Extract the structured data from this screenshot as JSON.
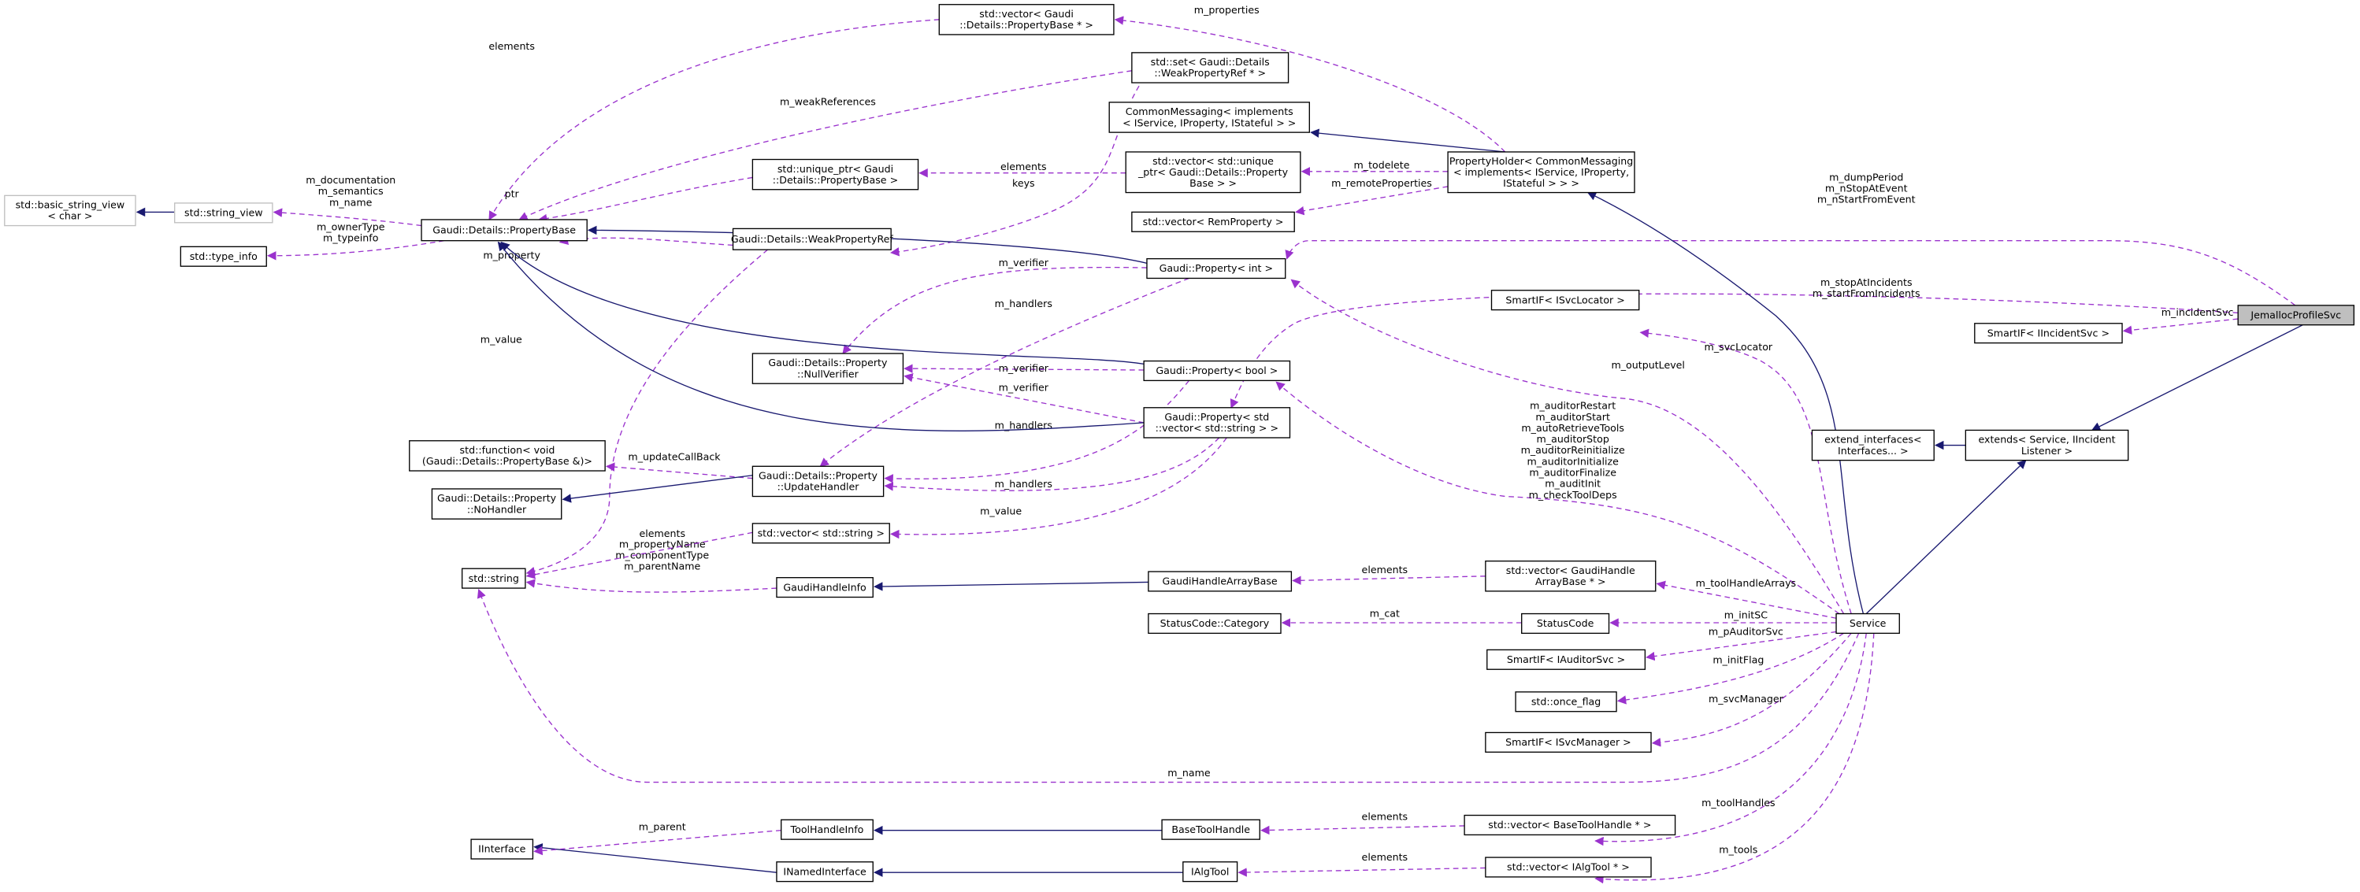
{
  "colors": {
    "member_edge": "#9a32cd",
    "inherit_edge": "#191970",
    "focus_fill": "#bfbfbf"
  },
  "nodes": [
    {
      "lines": [
        "std::basic_string_view",
        "< char >"
      ],
      "style": "gray"
    },
    {
      "lines": [
        "std::string_view"
      ],
      "style": "gray"
    },
    {
      "lines": [
        "std::type_info"
      ]
    },
    {
      "lines": [
        "Gaudi::Details::PropertyBase"
      ]
    },
    {
      "lines": [
        "std::vector< Gaudi",
        "::Details::PropertyBase * >"
      ]
    },
    {
      "lines": [
        "std::set< Gaudi::Details",
        "::WeakPropertyRef * >"
      ]
    },
    {
      "lines": [
        "CommonMessaging< implements",
        "< IService, IProperty, IStateful > >"
      ]
    },
    {
      "lines": [
        "std::unique_ptr< Gaudi",
        "::Details::PropertyBase >"
      ]
    },
    {
      "lines": [
        "std::vector< std::unique",
        "_ptr< Gaudi::Details::Property",
        "Base > >"
      ]
    },
    {
      "lines": [
        "PropertyHolder< CommonMessaging",
        "< implements< IService, IProperty,",
        "IStateful > > >"
      ]
    },
    {
      "lines": [
        "std::vector< RemProperty >"
      ]
    },
    {
      "lines": [
        "Gaudi::Details::WeakPropertyRef"
      ]
    },
    {
      "lines": [
        "Gaudi::Property< int >"
      ]
    },
    {
      "lines": [
        "JemallocProfileSvc"
      ],
      "style": "focus"
    },
    {
      "lines": [
        "SmartIF< IIncidentSvc >"
      ]
    },
    {
      "lines": [
        "SmartIF< ISvcLocator >"
      ]
    },
    {
      "lines": [
        "Gaudi::Details::Property",
        "::NullVerifier"
      ]
    },
    {
      "lines": [
        "Gaudi::Property< bool >"
      ]
    },
    {
      "lines": [
        "Gaudi::Property< std",
        "::vector< std::string > >"
      ]
    },
    {
      "lines": [
        "std::function< void",
        "(Gaudi::Details::PropertyBase &)>"
      ]
    },
    {
      "lines": [
        "Gaudi::Details::Property",
        "::UpdateHandler"
      ]
    },
    {
      "lines": [
        "Gaudi::Details::Property",
        "::NoHandler"
      ]
    },
    {
      "lines": [
        "std::vector< std::string >"
      ]
    },
    {
      "lines": [
        "std::string"
      ]
    },
    {
      "lines": [
        "GaudiHandleInfo"
      ]
    },
    {
      "lines": [
        "GaudiHandleArrayBase"
      ]
    },
    {
      "lines": [
        "std::vector< GaudiHandle",
        "ArrayBase * >"
      ]
    },
    {
      "lines": [
        "StatusCode::Category"
      ]
    },
    {
      "lines": [
        "StatusCode"
      ]
    },
    {
      "lines": [
        "Service"
      ]
    },
    {
      "lines": [
        "SmartIF< IAuditorSvc >"
      ]
    },
    {
      "lines": [
        "std::once_flag"
      ]
    },
    {
      "lines": [
        "SmartIF< ISvcManager >"
      ]
    },
    {
      "lines": [
        "extend_interfaces<",
        "Interfaces... >"
      ]
    },
    {
      "lines": [
        "extends< Service, IIncident",
        "Listener >"
      ]
    },
    {
      "lines": [
        "ToolHandleInfo"
      ]
    },
    {
      "lines": [
        "BaseToolHandle"
      ]
    },
    {
      "lines": [
        "std::vector< BaseToolHandle * >"
      ]
    },
    {
      "lines": [
        "IInterface"
      ]
    },
    {
      "lines": [
        "INamedInterface"
      ]
    },
    {
      "lines": [
        "IAlgTool"
      ]
    },
    {
      "lines": [
        "std::vector< IAlgTool * >"
      ]
    }
  ],
  "edges": [
    {
      "from": 1,
      "to": 0,
      "kind": "inherit",
      "label": []
    },
    {
      "from": 3,
      "to": 1,
      "kind": "member",
      "label": [
        "m_documentation",
        "m_semantics",
        "m_name"
      ]
    },
    {
      "from": 3,
      "to": 2,
      "kind": "member",
      "label": [
        "m_ownerType",
        "m_typeinfo"
      ]
    },
    {
      "from": 4,
      "to": 3,
      "kind": "member",
      "label": [
        "elements"
      ]
    },
    {
      "from": 5,
      "to": 3,
      "kind": "member",
      "label": [
        "m_weakReferences"
      ]
    },
    {
      "from": 7,
      "to": 3,
      "kind": "member",
      "label": [
        "ptr"
      ]
    },
    {
      "from": 11,
      "to": 3,
      "kind": "member",
      "label": [
        "m_property"
      ]
    },
    {
      "from": 9,
      "to": 4,
      "kind": "member",
      "label": [
        "m_properties"
      ]
    },
    {
      "from": 9,
      "to": 6,
      "kind": "inherit",
      "label": []
    },
    {
      "from": 9,
      "to": 8,
      "kind": "member",
      "label": [
        "m_todelete"
      ]
    },
    {
      "from": 9,
      "to": 10,
      "kind": "member",
      "label": [
        "m_remoteProperties"
      ]
    },
    {
      "from": 8,
      "to": 7,
      "kind": "member",
      "label": [
        "elements"
      ]
    },
    {
      "from": 5,
      "to": 11,
      "kind": "member",
      "label": [
        "keys"
      ]
    },
    {
      "from": 13,
      "to": 12,
      "kind": "member",
      "label": [
        "m_dumpPeriod",
        "m_nStopAtEvent",
        "m_nStartFromEvent"
      ]
    },
    {
      "from": 13,
      "to": 18,
      "kind": "member",
      "label": [
        "m_stopAtIncidents",
        "m_startFromIncidents"
      ]
    },
    {
      "from": 13,
      "to": 14,
      "kind": "member",
      "label": [
        "m_incidentSvc"
      ]
    },
    {
      "from": 13,
      "to": 34,
      "kind": "inherit",
      "label": []
    },
    {
      "from": 34,
      "to": 33,
      "kind": "inherit",
      "label": []
    },
    {
      "from": 29,
      "to": 34,
      "kind": "inherit",
      "label": []
    },
    {
      "from": 29,
      "to": 9,
      "kind": "inherit",
      "label": []
    },
    {
      "from": 29,
      "to": 15,
      "kind": "member",
      "label": [
        "m_svcLocator"
      ]
    },
    {
      "from": 29,
      "to": 12,
      "kind": "member",
      "label": [
        "m_outputLevel"
      ]
    },
    {
      "from": 29,
      "to": 17,
      "kind": "member",
      "label": [
        "m_auditorRestart",
        "m_auditorStart",
        "m_autoRetrieveTools",
        "m_auditorStop",
        "m_auditorReinitialize",
        "m_auditorInitialize",
        "m_auditorFinalize",
        "m_auditInit",
        "m_checkToolDeps"
      ]
    },
    {
      "from": 29,
      "to": 26,
      "kind": "member",
      "label": [
        "m_toolHandleArrays"
      ]
    },
    {
      "from": 29,
      "to": 28,
      "kind": "member",
      "label": [
        "m_initSC"
      ]
    },
    {
      "from": 29,
      "to": 30,
      "kind": "member",
      "label": [
        "m_pAuditorSvc"
      ]
    },
    {
      "from": 29,
      "to": 31,
      "kind": "member",
      "label": [
        "m_initFlag"
      ]
    },
    {
      "from": 29,
      "to": 32,
      "kind": "member",
      "label": [
        "m_svcManager"
      ]
    },
    {
      "from": 29,
      "to": 23,
      "kind": "member",
      "label": [
        "m_name"
      ]
    },
    {
      "from": 29,
      "to": 37,
      "kind": "member",
      "label": [
        "m_toolHandles"
      ]
    },
    {
      "from": 29,
      "to": 41,
      "kind": "member",
      "label": [
        "m_tools"
      ]
    },
    {
      "from": 26,
      "to": 25,
      "kind": "member",
      "label": [
        "elements"
      ]
    },
    {
      "from": 25,
      "to": 24,
      "kind": "inherit",
      "label": []
    },
    {
      "from": 28,
      "to": 27,
      "kind": "member",
      "label": [
        "m_cat"
      ]
    },
    {
      "from": 37,
      "to": 36,
      "kind": "member",
      "label": [
        "elements"
      ]
    },
    {
      "from": 36,
      "to": 35,
      "kind": "inherit",
      "label": []
    },
    {
      "from": 41,
      "to": 40,
      "kind": "member",
      "label": [
        "elements"
      ]
    },
    {
      "from": 40,
      "to": 39,
      "kind": "inherit",
      "label": []
    },
    {
      "from": 39,
      "to": 38,
      "kind": "inherit",
      "label": []
    },
    {
      "from": 35,
      "to": 38,
      "kind": "member",
      "label": [
        "m_parent"
      ]
    },
    {
      "from": 24,
      "to": 23,
      "kind": "member",
      "label": [
        "m_propertyName",
        "m_componentType",
        "m_parentName"
      ]
    },
    {
      "from": 22,
      "to": 23,
      "kind": "member",
      "label": [
        "elements"
      ]
    },
    {
      "from": 18,
      "to": 22,
      "kind": "member",
      "label": [
        "m_value"
      ]
    },
    {
      "from": 11,
      "to": 23,
      "kind": "member",
      "label": [
        "m_value"
      ]
    },
    {
      "from": 20,
      "to": 19,
      "kind": "member",
      "label": [
        "m_updateCallBack"
      ]
    },
    {
      "from": 20,
      "to": 21,
      "kind": "inherit",
      "label": []
    },
    {
      "from": 12,
      "to": 16,
      "kind": "member",
      "label": [
        "m_verifier"
      ]
    },
    {
      "from": 12,
      "to": 20,
      "kind": "member",
      "label": [
        "m_handlers"
      ]
    },
    {
      "from": 17,
      "to": 16,
      "kind": "member",
      "label": [
        "m_verifier"
      ]
    },
    {
      "from": 18,
      "to": 16,
      "kind": "member",
      "label": [
        "m_verifier"
      ]
    },
    {
      "from": 17,
      "to": 20,
      "kind": "member",
      "label": [
        "m_handlers"
      ]
    },
    {
      "from": 18,
      "to": 20,
      "kind": "member",
      "label": [
        "m_handlers"
      ]
    },
    {
      "from": 12,
      "to": 3,
      "kind": "inherit",
      "label": []
    },
    {
      "from": 17,
      "to": 3,
      "kind": "inherit",
      "label": []
    },
    {
      "from": 18,
      "to": 3,
      "kind": "inherit",
      "label": []
    }
  ]
}
